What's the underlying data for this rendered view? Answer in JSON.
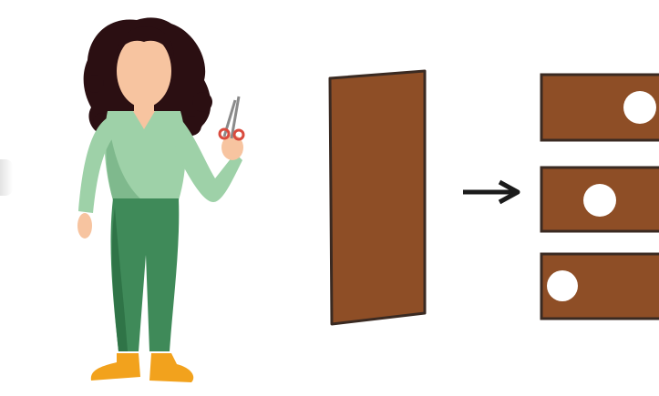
{
  "scene": {
    "description_free": true,
    "colors": {
      "background": "#ffffff",
      "board": "#8e4e26",
      "board_outline": "#3a2a22",
      "hole": "#ffffff",
      "arrow": "#1b1b1b",
      "hair": "#2b0f12",
      "skin": "#f7c4a0",
      "shirt": "#9ed1a8",
      "shirt_shadow": "#7fb98d",
      "pants": "#3f8a59",
      "pants_shadow": "#2f7447",
      "shoes": "#f2a21d",
      "scissors": "#d94b3e"
    },
    "icons": {
      "person": "woman-with-scissors-icon",
      "arrow": "arrow-right-icon",
      "board": "rectangular-board-icon",
      "strip": "board-strip-with-hole-icon"
    },
    "strips": [
      {
        "hole_position": "right"
      },
      {
        "hole_position": "middle"
      },
      {
        "hole_position": "left"
      }
    ]
  }
}
